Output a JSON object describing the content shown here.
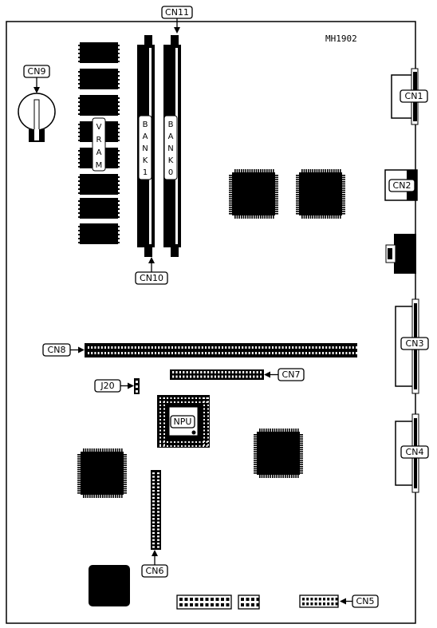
{
  "model": "MH1902",
  "connectors": {
    "cn1": "CN1",
    "cn2": "CN2",
    "cn3": "CN3",
    "cn4": "CN4",
    "cn5": "CN5",
    "cn6": "CN6",
    "cn7": "CN7",
    "cn8": "CN8",
    "cn9": "CN9",
    "cn10": "CN10",
    "cn11": "CN11"
  },
  "jumpers": {
    "j20": "J20"
  },
  "chips": {
    "npu": "NPU"
  },
  "memory": {
    "vram_letters": [
      "V",
      "R",
      "A",
      "M"
    ],
    "bank1_letters": [
      "B",
      "A",
      "N",
      "K",
      "1"
    ],
    "bank0_letters": [
      "B",
      "A",
      "N",
      "K",
      "0"
    ]
  }
}
